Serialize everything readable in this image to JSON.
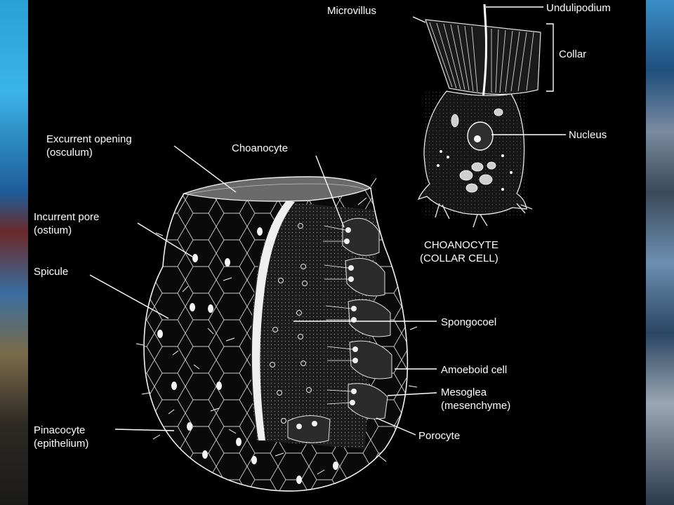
{
  "labels": {
    "microvillus": "Microvillus",
    "undulipodium": "Undulipodium",
    "collar": "Collar",
    "nucleus": "Nucleus",
    "cell_title_1": "CHOANOCYTE",
    "cell_title_2": "(COLLAR CELL)",
    "excurrent_1": "Excurrent opening",
    "excurrent_2": "(osculum)",
    "choanocyte": "Choanocyte",
    "incurrent_1": "Incurrent pore",
    "incurrent_2": "(ostium)",
    "spicule": "Spicule",
    "spongocoel": "Spongocoel",
    "amoeboid": "Amoeboid cell",
    "mesoglea_1": "Mesoglea",
    "mesoglea_2": "(mesenchyme)",
    "pinacocyte_1": "Pinacocyte",
    "pinacocyte_2": "(epithelium)",
    "porocyte": "Porocyte"
  },
  "colors": {
    "background": "#000000",
    "ink": "#ffffff"
  }
}
